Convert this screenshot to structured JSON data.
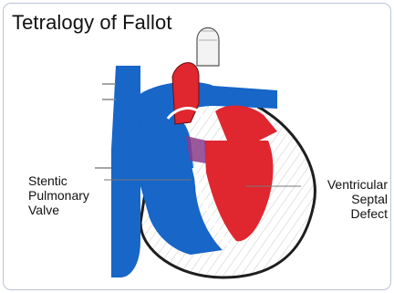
{
  "title": "Tetralogy of Fallot",
  "labels": {
    "stentic_pulmonary_valve": [
      "Stentic",
      "Pulmonary",
      "Valve"
    ],
    "ventricular_septal_defect": [
      "Ventricular",
      "Septal",
      "Defect"
    ]
  },
  "colors": {
    "deoxygenated_blood": "#1766c8",
    "oxygenated_blood": "#e0262e",
    "outline": "#1e1e1e",
    "frame_border": "#b9c3d6"
  }
}
